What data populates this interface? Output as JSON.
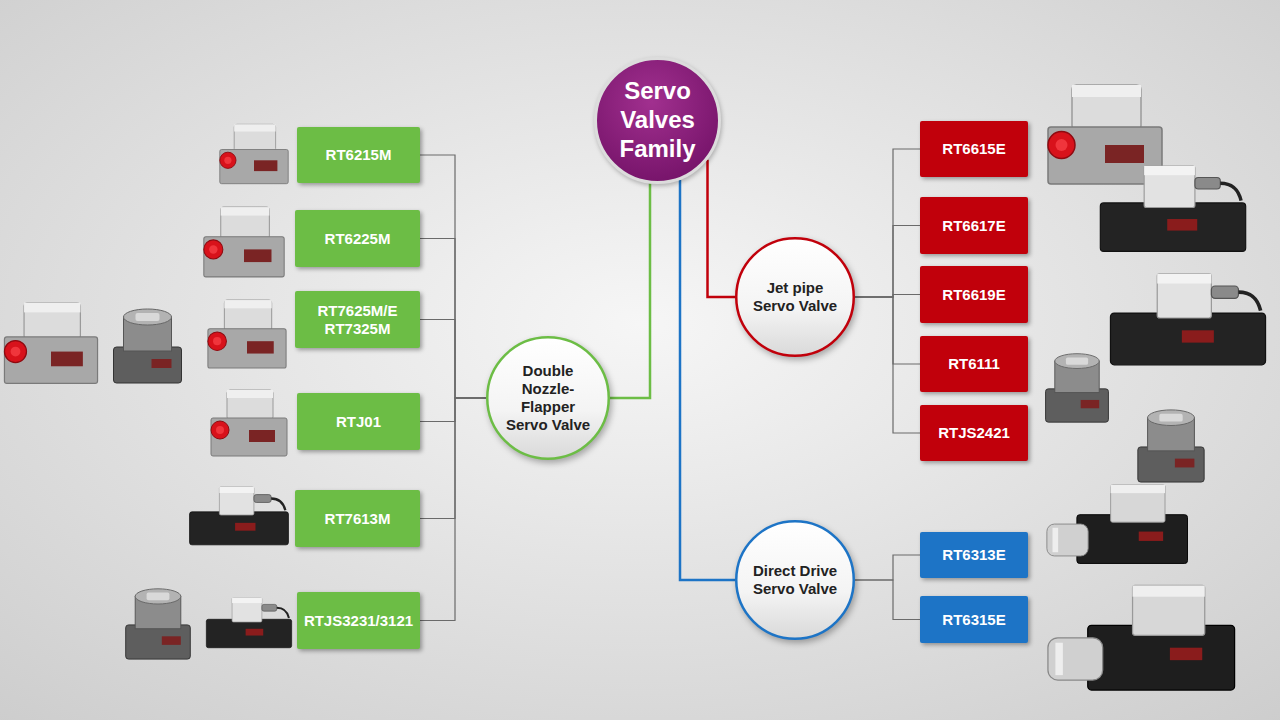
{
  "diagram": {
    "nodes": [
      {
        "text": [
          "Servo Valves Family"
        ]
      },
      {
        "text": [
          "Double Nozzle-Flapper Servo Valve"
        ]
      },
      {
        "text": [
          "RT6215M"
        ]
      },
      {
        "text": [
          "RT6225M"
        ]
      },
      {
        "text": [
          "RT7625M/E RT7325M"
        ]
      },
      {
        "text": [
          "RTJ01"
        ]
      },
      {
        "text": [
          "RT7613M"
        ]
      },
      {
        "text": [
          "RTJS3231/3121"
        ]
      },
      {
        "text": [
          "Jet pipe Servo Valve"
        ]
      },
      {
        "text": [
          "RT6615E"
        ]
      },
      {
        "text": [
          "RT6617E"
        ]
      },
      {
        "text": [
          "RT6619E"
        ]
      },
      {
        "text": [
          "RT6111"
        ]
      },
      {
        "text": [
          "RTJS2421"
        ]
      },
      {
        "text": [
          "Direct Drive Servo Valve"
        ]
      },
      {
        "text": [
          "RT6313E"
        ]
      },
      {
        "text": [
          "RT6315E"
        ]
      }
    ],
    "edges": [
      {
        "from": 0,
        "to": 1,
        "arrow": "none"
      },
      {
        "from": 0,
        "to": 8,
        "arrow": "none"
      },
      {
        "from": 0,
        "to": 14,
        "arrow": "none"
      },
      {
        "from": 1,
        "to": 2,
        "arrow": "none"
      },
      {
        "from": 1,
        "to": 3,
        "arrow": "none"
      },
      {
        "from": 1,
        "to": 4,
        "arrow": "none"
      },
      {
        "from": 1,
        "to": 5,
        "arrow": "none"
      },
      {
        "from": 1,
        "to": 6,
        "arrow": "none"
      },
      {
        "from": 1,
        "to": 7,
        "arrow": "none"
      },
      {
        "from": 8,
        "to": 9,
        "arrow": "none"
      },
      {
        "from": 8,
        "to": 10,
        "arrow": "none"
      },
      {
        "from": 8,
        "to": 11,
        "arrow": "none"
      },
      {
        "from": 8,
        "to": 12,
        "arrow": "none"
      },
      {
        "from": 8,
        "to": 13,
        "arrow": "none"
      },
      {
        "from": 14,
        "to": 15,
        "arrow": "none"
      },
      {
        "from": 14,
        "to": 16,
        "arrow": "none"
      }
    ]
  }
}
